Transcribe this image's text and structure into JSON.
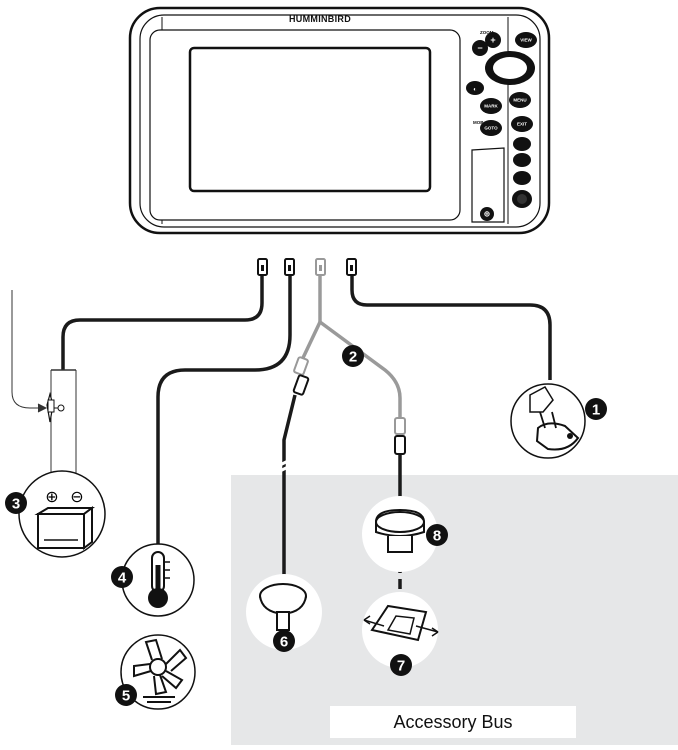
{
  "unit": {
    "brand": "HUMMINBIRD",
    "buttons": {
      "zoom": "ZOOM",
      "view": "VIEW",
      "mark": "MARK",
      "menu": "MENU",
      "goto": "GOTO",
      "exit": "EXIT",
      "mob": "MOB"
    }
  },
  "callouts": [
    "1",
    "2",
    "3",
    "4",
    "5",
    "6",
    "7",
    "8"
  ],
  "battery": {
    "plus": "⊕",
    "minus": "⊖"
  },
  "accessory_bus": {
    "label": "Accessory Bus",
    "color": "#e6e7e8"
  },
  "colors": {
    "cable": "#1a1a1a",
    "split_cable": "#9a9a9a",
    "unit_outline": "#111111"
  }
}
